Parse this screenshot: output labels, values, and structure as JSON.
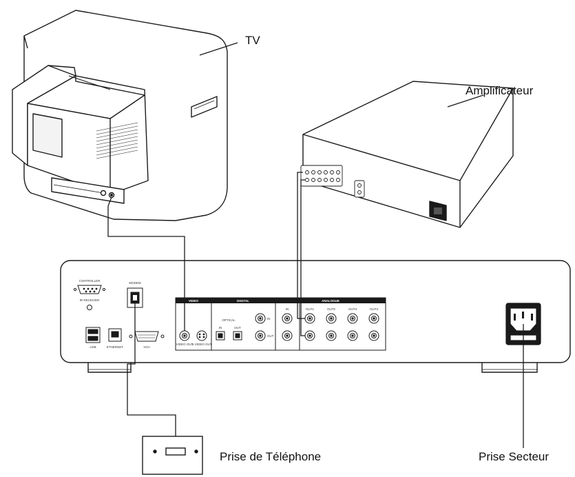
{
  "labels": {
    "tv": "TV",
    "amplifier": "Amplificateur",
    "phone_socket": "Prise de Téléphone",
    "power_socket": "Prise Secteur"
  },
  "panel": {
    "controller": "CONTROLLER",
    "ir_receiver": "IR RECEIVER",
    "modem": "MODEM",
    "usb": "USB",
    "ethernet": "ETHERNET",
    "vga": "VGA",
    "video_header": "VIDEO",
    "digital_header": "DIGITAL",
    "analog_header": "ANALOGUE",
    "optical": "OPTICAL",
    "in": "IN",
    "out": "OUT",
    "video_out": "VIDEO OUT",
    "svideo_out": "S-VIDEO OUT",
    "out1": "OUT1",
    "out2": "OUT2",
    "out3": "OUT3",
    "out4": "OUT4"
  },
  "colors": {
    "line": "#1a1a1a",
    "header_bar": "#1a1a1a",
    "fill": "#ffffff"
  }
}
